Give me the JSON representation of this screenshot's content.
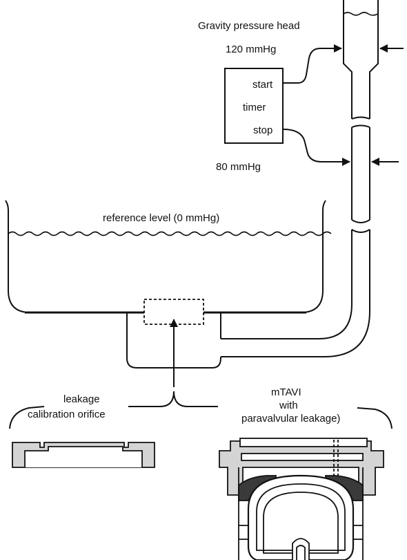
{
  "labels": {
    "pressure_head": "Gravity pressure head",
    "high_pressure": "120 mmHg",
    "low_pressure": "80 mmHg",
    "timer_start": "start",
    "timer_label": "timer",
    "timer_stop": "stop",
    "reference_level": "reference level (0 mmHg)",
    "orifice_line1": "leakage",
    "orifice_line2": "calibration orifice",
    "valve_line1": "mTAVI",
    "valve_line2": "with",
    "valve_line3": "paravalvular leakage)"
  },
  "colors": {
    "stroke": "#111111",
    "fill_gray": "#d4d4d4",
    "fill_dark": "#3a3a3a"
  }
}
